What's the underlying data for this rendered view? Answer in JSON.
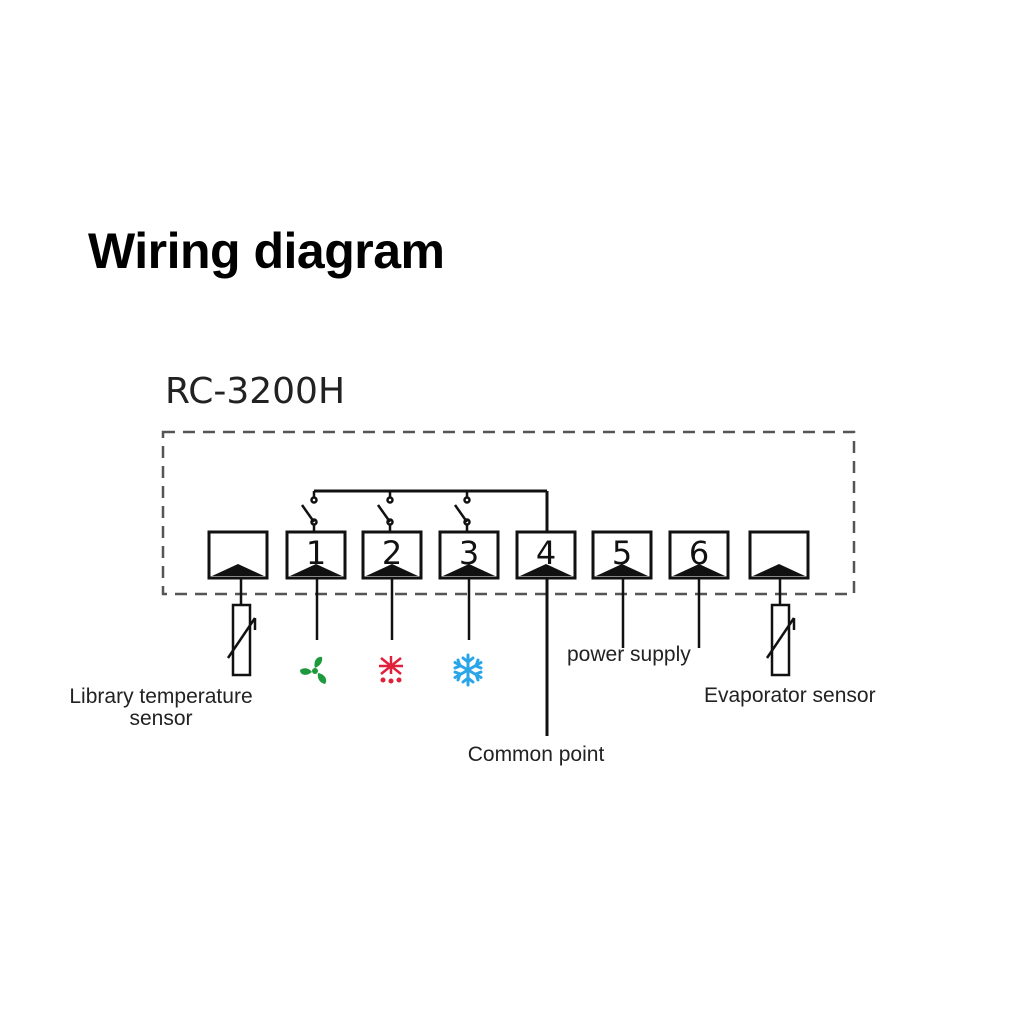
{
  "title": "Wiring diagram",
  "model": "RC-3200H",
  "terminals": [
    {
      "number": ""
    },
    {
      "number": "1"
    },
    {
      "number": "2"
    },
    {
      "number": "3"
    },
    {
      "number": "4"
    },
    {
      "number": "5"
    },
    {
      "number": "6"
    },
    {
      "number": ""
    }
  ],
  "labels": {
    "library_sensor_line1": "Library temperature",
    "library_sensor_line2": "sensor",
    "power_supply": "power supply",
    "common_point": "Common point",
    "evaporator_sensor": "Evaporator sensor"
  },
  "icons": {
    "fan": {
      "name": "fan-icon",
      "color": "#1e9a3c"
    },
    "defrost": {
      "name": "defrost-icon",
      "color": "#e0203a"
    },
    "cooling": {
      "name": "snowflake-icon",
      "color": "#2aa6e8"
    }
  }
}
